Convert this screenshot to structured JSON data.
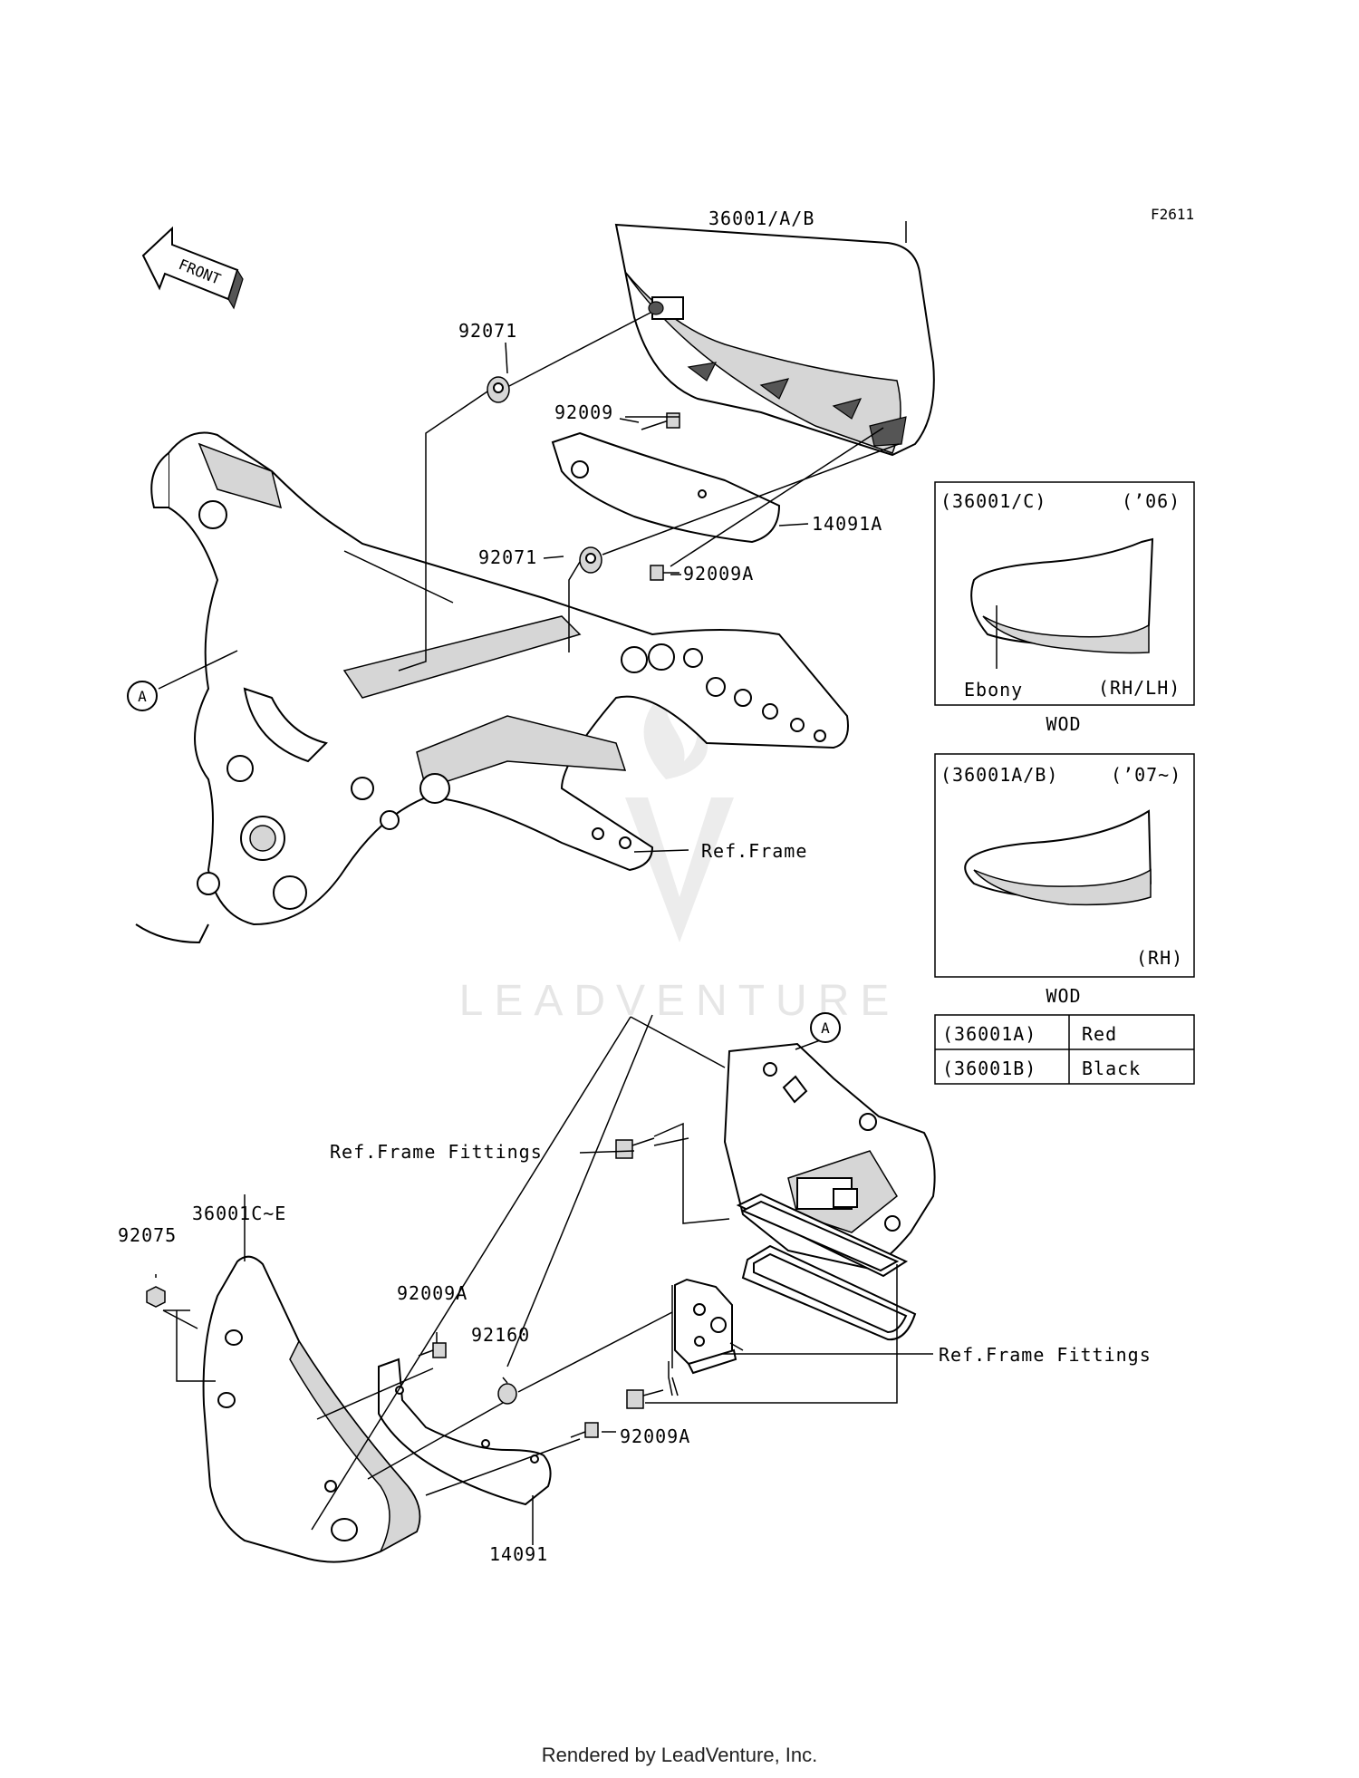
{
  "figure_code": "F2611",
  "front_arrow": "FRONT",
  "watermark": "LEADVENTURE",
  "footer": "Rendered by LeadVenture, Inc.",
  "callouts": {
    "part_36001_AB": "36001/A/B",
    "part_92071_top": "92071",
    "part_92009": "92009",
    "part_14091A": "14091A",
    "part_92071_mid": "92071",
    "part_92009A_top": "92009A",
    "ref_frame": "Ref.Frame",
    "marker_a_left": "A",
    "marker_a_right": "A",
    "ref_frame_fittings_1": "Ref.Frame Fittings",
    "ref_frame_fittings_2": "Ref.Frame Fittings",
    "part_36001C_E": "36001C~E",
    "part_92075": "92075",
    "part_92009A_mid": "92009A",
    "part_92160": "92160",
    "part_92009A_low": "92009A",
    "part_14091": "14091"
  },
  "inset_1": {
    "code": "(36001/C)",
    "year": "(’06)",
    "color": "Ebony",
    "side": "(RH/LH)",
    "caption": "WOD"
  },
  "inset_2": {
    "code": "(36001A/B)",
    "year": "(’07~)",
    "side": "(RH)",
    "caption": "WOD"
  },
  "color_table": [
    {
      "code": "(36001A)",
      "color": "Red"
    },
    {
      "code": "(36001B)",
      "color": "Black"
    }
  ]
}
